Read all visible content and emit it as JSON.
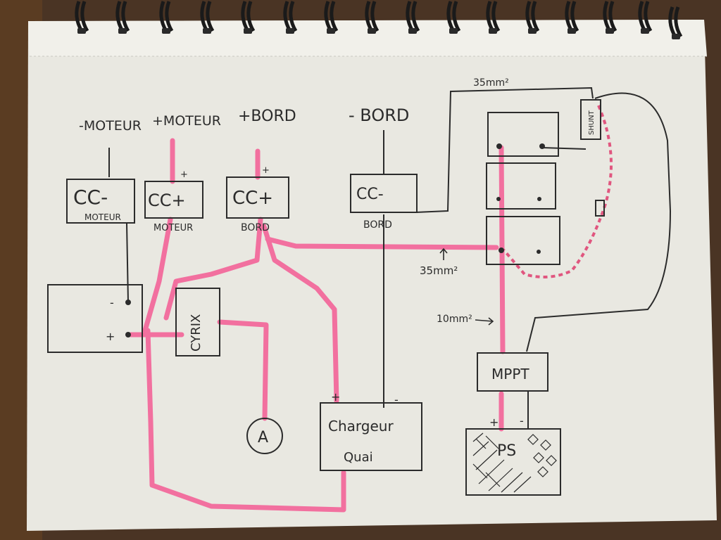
{
  "labels": {
    "moteur_minus": "-MOTEUR",
    "moteur_plus": "+MOTEUR",
    "bord_plus": "+BORD",
    "bord_minus": "- BORD",
    "section_top": "35mm²",
    "section_mid": "35mm²",
    "section_low": "10mm²"
  },
  "boxes": {
    "cc_minus_moteur": {
      "line1": "CC-",
      "line2": "MOTEUR"
    },
    "cc_plus_moteur": {
      "line1": "CC+",
      "sub": "MOTEUR"
    },
    "cc_plus_bord": {
      "line1": "CC+",
      "sub": "BORD"
    },
    "cc_minus_bord": {
      "line1": "CC-",
      "sub": "BORD"
    },
    "cyrix": "CYRIX",
    "chargeur": {
      "line1": "Chargeur",
      "line2": "Quai"
    },
    "mppt": "MPPT",
    "panel": "PS",
    "shunt": "SHUNT",
    "ammeter": "A"
  },
  "terminals": {
    "moteur_plus_sign": "+",
    "bord_plus_sign": "+",
    "battery_minus": "-",
    "battery_plus": "+",
    "chargeur_plus": "+",
    "chargeur_minus": "-",
    "panel_plus": "+",
    "panel_minus": "-"
  },
  "colors": {
    "paper": "#ecebe4",
    "ink": "#2b2b2b",
    "pink": "#f2709f",
    "binder": "#1c1c1c"
  }
}
